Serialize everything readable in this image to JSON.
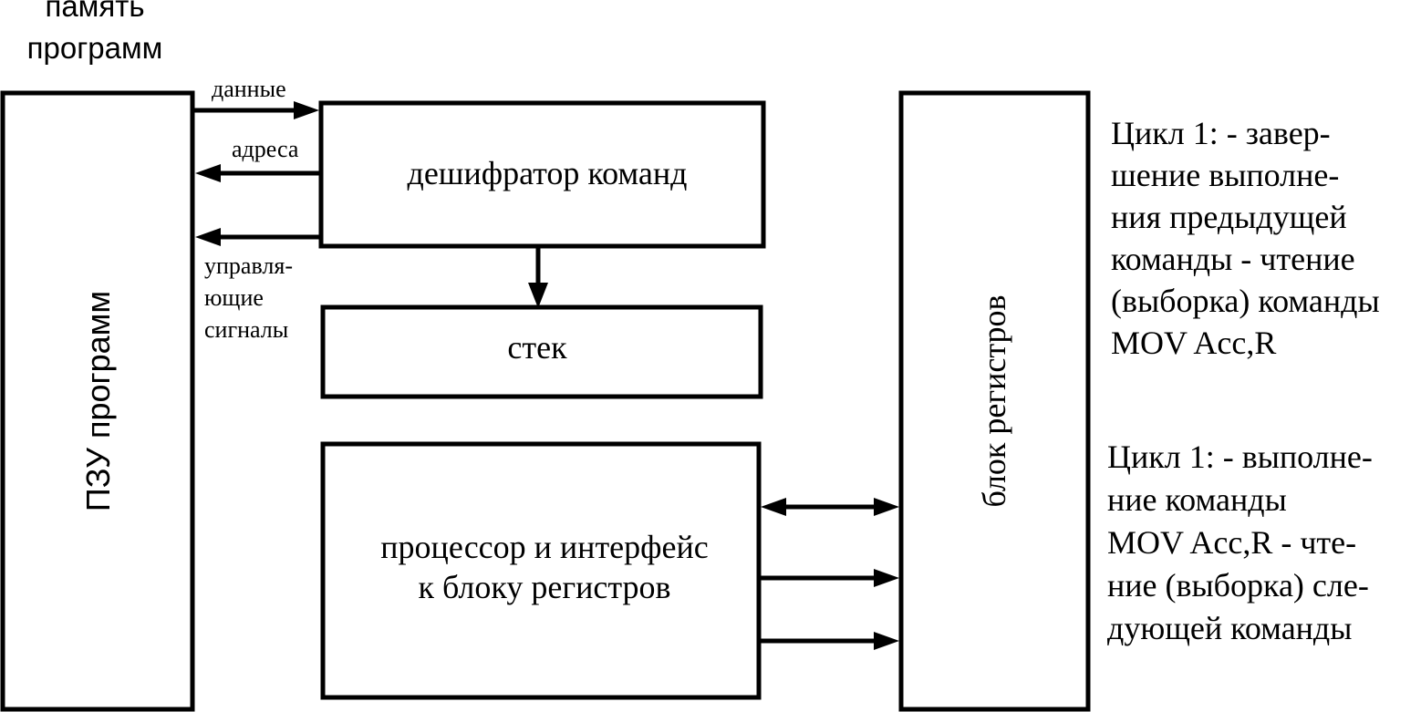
{
  "memory_caption": [
    "память",
    "программ"
  ],
  "blocks": {
    "rom": "ПЗУ программ",
    "decoder": "дешифратор команд",
    "stack": "стек",
    "processor": [
      "процессор и интерфейс",
      "к блоку регистров"
    ],
    "registers": "блок регистров"
  },
  "signals": {
    "data": "данные",
    "address": "адреса",
    "control": [
      "управля-",
      "ющие",
      "сигналы"
    ]
  },
  "notes": {
    "cycle_a": [
      "Цикл 1: - завер-",
      "шение выполне-",
      "ния предыдущей",
      "команды - чтение",
      "(выборка) команды",
      "MOV Acc,R"
    ],
    "cycle_b": [
      "Цикл 1: - выполне-",
      "ние команды",
      "MOV Acc,R - чте-",
      "ние (выборка) сле-",
      "дующей команды"
    ]
  }
}
